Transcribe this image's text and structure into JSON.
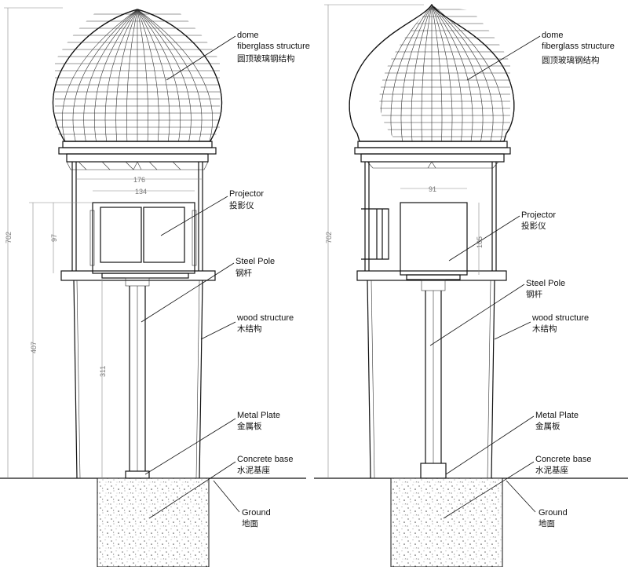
{
  "labels": {
    "dome_en1": "dome",
    "dome_en2": "fiberglass structure",
    "dome_cn": "圆顶玻璃钢结构",
    "projector_en": "Projector",
    "projector_cn": "投影仪",
    "pole_en": "Steel Pole",
    "pole_cn": "钢杆",
    "wood_en": "wood structure",
    "wood_cn": "木结构",
    "plate_en": "Metal Plate",
    "plate_cn": "金属板",
    "base_en": "Concrete base",
    "base_cn": "水泥基座",
    "ground_en": "Ground",
    "ground_cn": "地面"
  },
  "left_dims": {
    "total": "702",
    "lower": "407",
    "pole": "311",
    "width_outer": "176",
    "width_inner": "134",
    "proj_height": "97"
  },
  "right_dims": {
    "total": "702",
    "proj_width": "91",
    "proj_height": "105"
  }
}
